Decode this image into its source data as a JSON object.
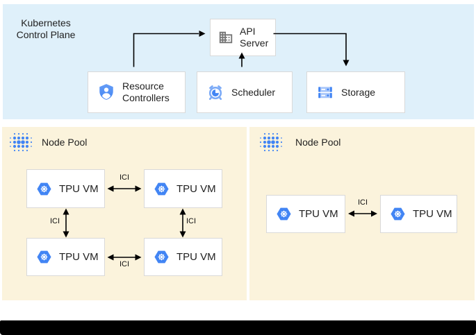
{
  "diagram": {
    "control_plane": {
      "title": "Kubernetes Control Plane",
      "api_server_label": "API Server",
      "resource_controllers_label": "Resource Controllers",
      "scheduler_label": "Scheduler",
      "storage_label": "Storage"
    },
    "pools": [
      {
        "label": "Node Pool",
        "vm_labels": [
          "TPU VM",
          "TPU VM",
          "TPU VM",
          "TPU VM"
        ],
        "ici_labels": [
          "ICI",
          "ICI",
          "ICI",
          "ICI"
        ]
      },
      {
        "label": "Node Pool",
        "vm_labels": [
          "TPU VM",
          "TPU VM"
        ],
        "ici_labels": [
          "ICI"
        ]
      }
    ],
    "colors": {
      "control_plane_bg": "#DFF0FA",
      "node_pool_bg": "#FBF3DC",
      "icon_blue": "#4285F4",
      "icon_light_blue": "#A6C5FA",
      "icon_gray": "#757575",
      "arrow": "#000000",
      "bottom_bar": "#000000"
    }
  }
}
